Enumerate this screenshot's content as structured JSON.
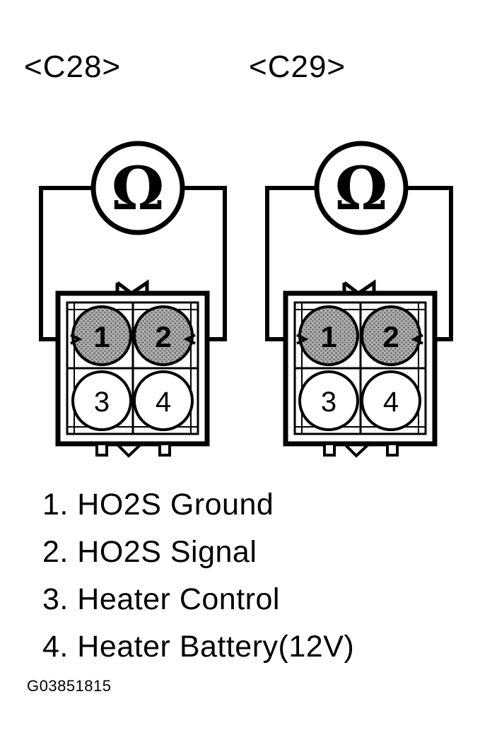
{
  "connectors": [
    {
      "label": "<C28>",
      "meter_symbol": "Ω",
      "pins": [
        "1",
        "2",
        "3",
        "4"
      ]
    },
    {
      "label": "<C29>",
      "meter_symbol": "Ω",
      "pins": [
        "1",
        "2",
        "3",
        "4"
      ]
    }
  ],
  "legend": [
    "1. HO2S Ground",
    "2. HO2S Signal",
    "3. Heater Control",
    "4. Heater Battery(12V)"
  ],
  "figure_id": "G03851815"
}
